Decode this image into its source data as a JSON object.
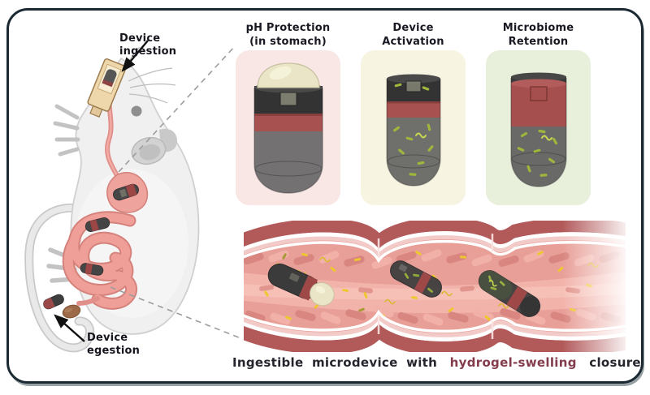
{
  "stages": {
    "items": [
      {
        "id": "ph-protection",
        "title_line1": "pH Protection",
        "title_line2": "(in stomach)",
        "bg": "#f9e7e6"
      },
      {
        "id": "device-activation",
        "title_line1": "Device",
        "title_line2": "Activation",
        "bg": "#f7f4e1"
      },
      {
        "id": "microbiome-retention",
        "title_line1": "Microbiome",
        "title_line2": "Retention",
        "bg": "#e8efdb"
      }
    ]
  },
  "mouse_labels": {
    "ingestion_line1": "Device",
    "ingestion_line2": "ingestion",
    "egestion_line1": "Device",
    "egestion_line2": "egestion"
  },
  "caption": {
    "prefix": "Ingestible microdevice with",
    "highlight": "hydrogel-swelling",
    "suffix": "closure"
  },
  "palette": {
    "frame_border": "#1b2933",
    "stage1_bg": "#f9e7e6",
    "stage2_bg": "#f7f4e1",
    "stage3_bg": "#e8efdb",
    "device_dark": "#3f3f3f",
    "device_red_band": "#9e4848",
    "hydrogel_cream": "#e9e5c6",
    "bacteria_green": "#9fb63c",
    "bacteria_yellow": "#eec72e",
    "intestine_wall": "#b2595a",
    "intestine_lumen": "#e89f98",
    "caption_highlight": "#833c4c",
    "text_dark": "#191923"
  }
}
